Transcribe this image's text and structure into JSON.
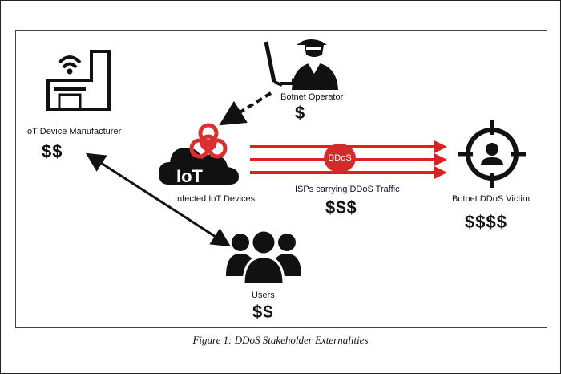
{
  "diagram": {
    "manufacturer": {
      "label": "IoT Device Manufacturer",
      "cost": "$$"
    },
    "operator": {
      "label": "Botnet Operator",
      "cost": "$"
    },
    "infected": {
      "label": "Infected IoT Devices",
      "icon_text": "IoT"
    },
    "isps": {
      "label": "ISPs carrying DDoS Traffic",
      "cost": "$$$",
      "badge": "DDoS"
    },
    "victim": {
      "label": "Botnet DDoS Victim",
      "cost": "$$$$"
    },
    "users": {
      "label": "Users",
      "cost": "$$"
    },
    "caption": "Figure 1: DDoS Stakeholder Externalities"
  },
  "icons": {
    "manufacturer": "factory-wifi-icon",
    "operator": "hacker-at-computer-icon",
    "infected": "biohazard-cloud-icon",
    "victim": "target-person-icon",
    "users": "user-group-icon"
  },
  "colors": {
    "ddos_red": "#e02020",
    "badge_red": "#d22b2b",
    "ink": "#111111"
  }
}
